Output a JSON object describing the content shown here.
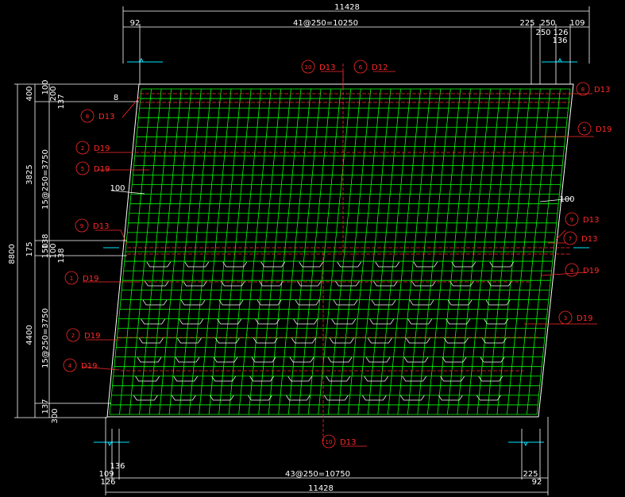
{
  "dimensions": {
    "top_total": "11428",
    "top_left_offset": "92",
    "top_spacing": "41@250=10250",
    "top_right_a": "225",
    "top_right_b": "250",
    "top_right_c": "109",
    "top_right_d": "250",
    "top_right_e": "126",
    "top_right_f": "136",
    "left_total": "8800",
    "left_upper": "3825",
    "left_upper_spacing": "15@250=3750",
    "left_lower": "4400",
    "left_lower_spacing": "15@250=3750",
    "left_top_400": "400",
    "left_top_100": "100",
    "left_top_200": "200",
    "left_top_137": "137",
    "left_mid_175": "175",
    "left_mid_150": "150",
    "left_mid_138": "138",
    "left_mid_100": "100",
    "left_mid_138b": "138",
    "left_bot_137": "137",
    "left_bot_300": "300",
    "bottom_total": "11428",
    "bottom_spacing": "43@250=10750",
    "bottom_left_109": "109",
    "bottom_left_126": "126",
    "bottom_left_136": "136",
    "bottom_right_225": "225",
    "bottom_right_92": "92",
    "inner_left_100": "100",
    "inner_right_100": "100",
    "angle_mark": "8"
  },
  "labels": [
    {
      "tag": "10",
      "text": "D13"
    },
    {
      "tag": "6",
      "text": "D12"
    },
    {
      "tag": "8",
      "text": "D13"
    },
    {
      "tag": "8",
      "text": "D13"
    },
    {
      "tag": "5",
      "text": "D19"
    },
    {
      "tag": "2",
      "text": "D19"
    },
    {
      "tag": "5",
      "text": "D19"
    },
    {
      "tag": "9",
      "text": "D13"
    },
    {
      "tag": "9",
      "text": "D13"
    },
    {
      "tag": "7",
      "text": "D13"
    },
    {
      "tag": "1",
      "text": "D19"
    },
    {
      "tag": "4",
      "text": "D19"
    },
    {
      "tag": "2",
      "text": "D19"
    },
    {
      "tag": "3",
      "text": "D19"
    },
    {
      "tag": "4",
      "text": "D19"
    },
    {
      "tag": "10",
      "text": "D13"
    }
  ],
  "colors": {
    "background": "#000000",
    "rebar": "#00ff00",
    "dimension": "#ffffff",
    "label": "#ff2a2a",
    "support": "#00e5ff"
  }
}
